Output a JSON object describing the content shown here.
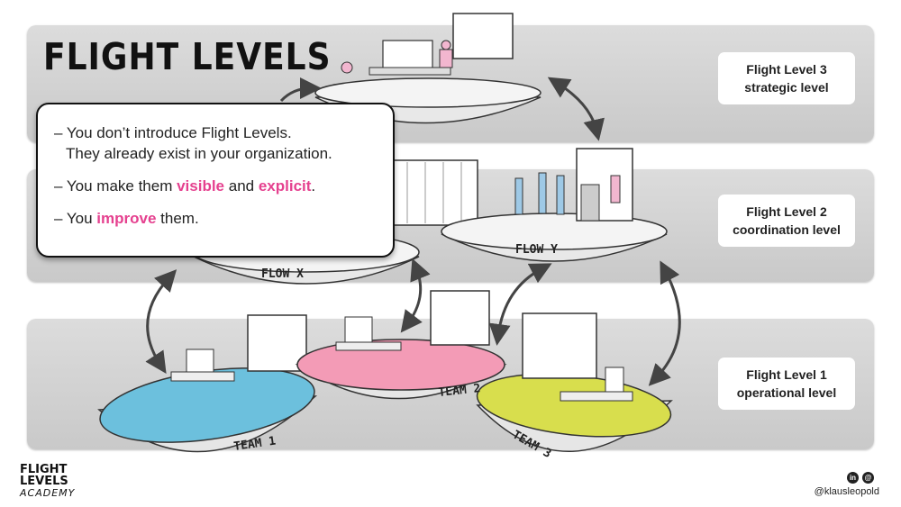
{
  "title": "FLIGHT LEVELS",
  "levels": [
    {
      "line1": "Flight Level 3",
      "line2": "strategic level"
    },
    {
      "line1": "Flight Level 2",
      "line2": "coordination level"
    },
    {
      "line1": "Flight Level 1",
      "line2": "operational level"
    }
  ],
  "callout": {
    "line1a": "– You don’t introduce Flight Levels.",
    "line1b": "They already exist in your organization.",
    "line2_pre": "– You make them ",
    "line2_hl1": "visible",
    "line2_mid": " and ",
    "line2_hl2": "explicit",
    "line2_post": ".",
    "line3_pre": "– You ",
    "line3_hl": "improve",
    "line3_post": " them."
  },
  "platforms": {
    "flow_x": "FLOW X",
    "flow_y": "FLOW Y",
    "team1": "TEAM 1",
    "team2": "TEAM 2",
    "team3": "TEAM 3"
  },
  "colors": {
    "highlight": "#e5418f",
    "team1": "#6cc0dd",
    "team2": "#f39bb6",
    "team3": "#d8de4d"
  },
  "brand": {
    "line1": "FLIGHT",
    "line2": "LEVELS",
    "line3": "ACADEMY"
  },
  "social": {
    "linkedin_icon": "in",
    "threads_icon": "@",
    "handle": "@klausleopold"
  }
}
